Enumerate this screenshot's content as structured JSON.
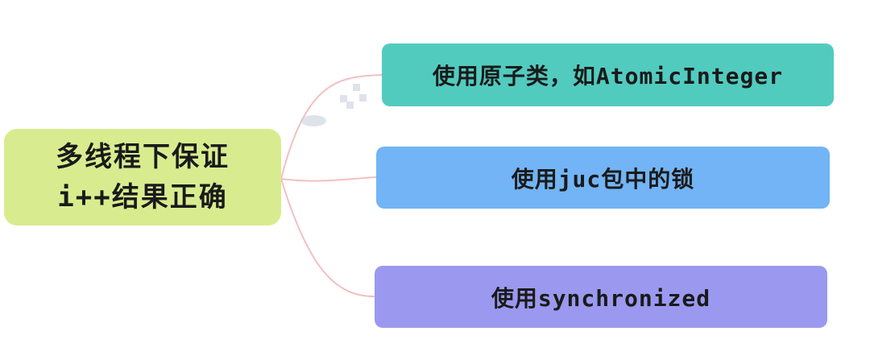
{
  "root": {
    "line1": "多线程下保证",
    "line2": "i++结果正确"
  },
  "branches": [
    {
      "label": "使用原子类，如AtomicInteger"
    },
    {
      "label": "使用juc包中的锁"
    },
    {
      "label": "使用synchronized"
    }
  ],
  "colors": {
    "root": "#d8ec8f",
    "branch_1": "#52cbbf",
    "branch_2": "#72b4f5",
    "branch_3": "#9b99ef",
    "connector": "#f2c0c0",
    "watermark": "#c4ccdb"
  }
}
